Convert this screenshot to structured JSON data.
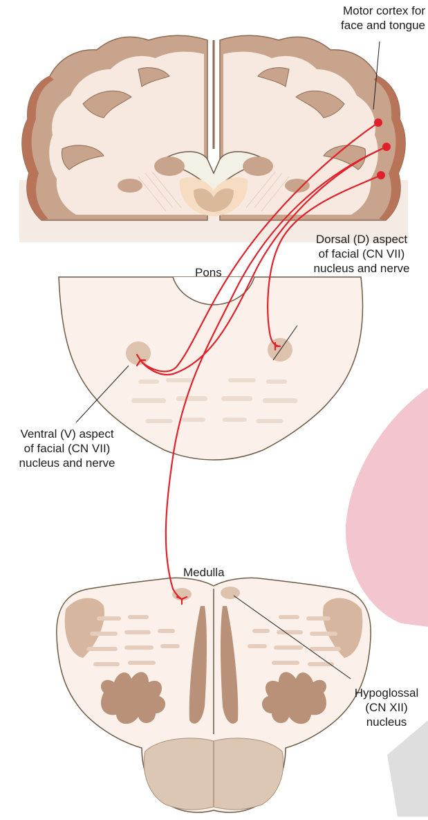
{
  "labels": {
    "motor_cortex": [
      "Motor cortex for",
      "face and tongue"
    ],
    "dorsal_facial": [
      "Dorsal (D) aspect",
      "of facial (CN VII)",
      "nucleus and nerve"
    ],
    "pons": "Pons",
    "ventral_facial": [
      "Ventral (V) aspect",
      "of facial (CN VII)",
      "nucleus and nerve"
    ],
    "medulla": "Medulla",
    "hypoglossal": [
      "Hypoglossal",
      "(CN XII)",
      "nucleus"
    ]
  },
  "colors": {
    "pathway": "#e0202a",
    "gray_matter": "#c9a48c",
    "white_matter": "#f7e9df",
    "pale_tissue": "#fbf1ea",
    "cortex_edge": "#b87458",
    "pink_background_shape": "#f3c6cf",
    "gray_background_shape": "#dcdcdc"
  }
}
